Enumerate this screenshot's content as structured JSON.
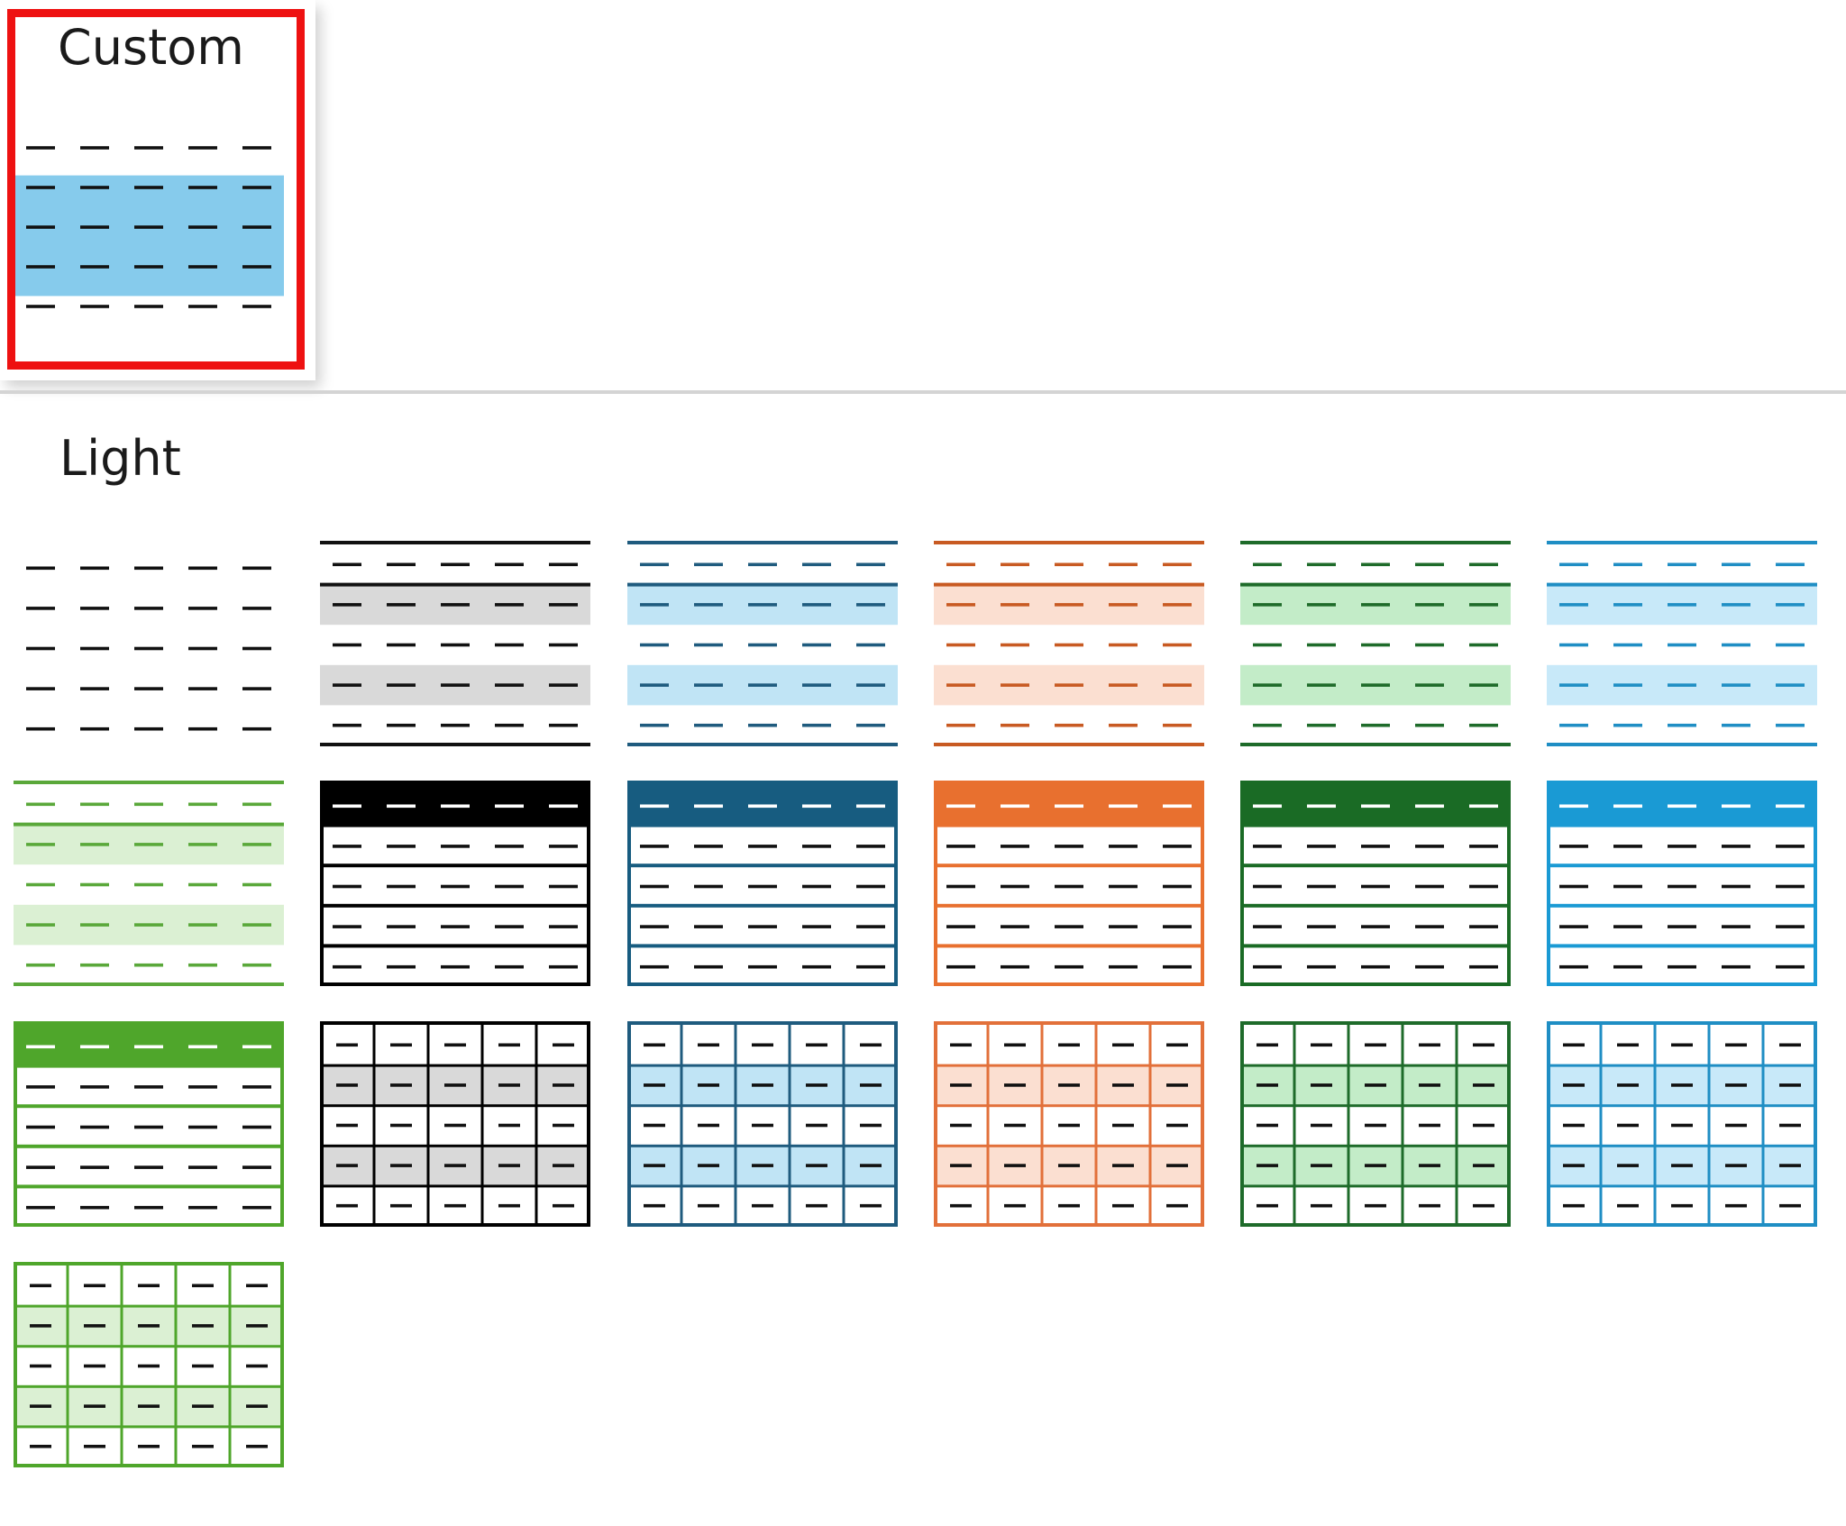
{
  "sections": {
    "custom_title": "Custom",
    "light_title": "Light"
  },
  "custom": {
    "selected": true,
    "style": "bands",
    "band_color": "#86cbec",
    "line_color": "#111111"
  },
  "light_styles": [
    {
      "style": "plain",
      "color": "#111111",
      "band": ""
    },
    {
      "style": "rule",
      "color": "#111111",
      "band": "#d9d9d9"
    },
    {
      "style": "rule",
      "color": "#1f5b7e",
      "band": "#c0e4f5"
    },
    {
      "style": "rule",
      "color": "#c85a22",
      "band": "#fbdfd1"
    },
    {
      "style": "rule",
      "color": "#1e6b2a",
      "band": "#c3ecc8"
    },
    {
      "style": "rule",
      "color": "#1f8ec4",
      "band": "#c8e9f9"
    },
    {
      "style": "rule",
      "color": "#5aa83a",
      "band": "#dbf0d3"
    },
    {
      "style": "header",
      "color": "#000000",
      "band": ""
    },
    {
      "style": "header",
      "color": "#175c80",
      "band": ""
    },
    {
      "style": "header",
      "color": "#e8702f",
      "band": ""
    },
    {
      "style": "header",
      "color": "#1a6b25",
      "band": ""
    },
    {
      "style": "header",
      "color": "#1a9ad4",
      "band": ""
    },
    {
      "style": "header",
      "color": "#4fa62b",
      "band": ""
    },
    {
      "style": "grid",
      "color": "#000000",
      "band": "#d9d9d9"
    },
    {
      "style": "grid",
      "color": "#1f5b7e",
      "band": "#c0e4f5"
    },
    {
      "style": "grid",
      "color": "#e2703a",
      "band": "#fbdfd1"
    },
    {
      "style": "grid",
      "color": "#1e6b2a",
      "band": "#c3ecc8"
    },
    {
      "style": "grid",
      "color": "#1f8ec4",
      "band": "#c8e9f9"
    },
    {
      "style": "grid",
      "color": "#4fa62b",
      "band": "#dbf0d3"
    }
  ]
}
